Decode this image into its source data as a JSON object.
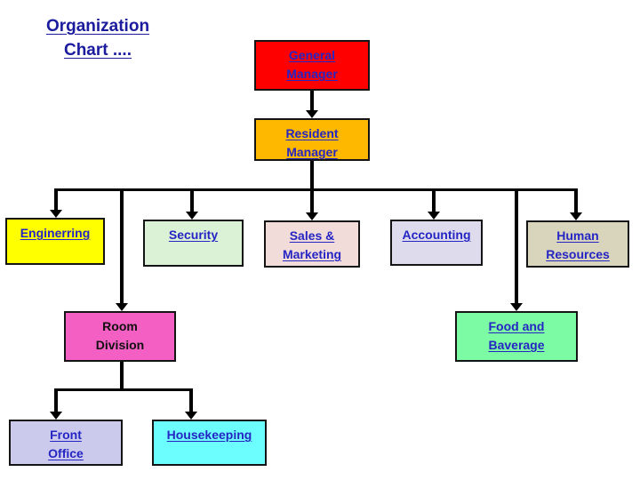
{
  "title": {
    "line1": "Organization",
    "line2": "Chart ...."
  },
  "colors": {
    "line": "#000000",
    "title_text": "#1b1b9e",
    "link_text": "#2525c4",
    "plain_text": "#111111",
    "general_manager_fill": "#fe0000",
    "resident_manager_fill": "#ffb800",
    "enginerring_fill": "#ffff00",
    "security_fill": "#dbf2d6",
    "sales_marketing_fill": "#f2dcda",
    "accounting_fill": "#dedcec",
    "human_resources_fill": "#d9d5bd",
    "room_division_fill": "#f35fc2",
    "food_baverage_fill": "#7dfba4",
    "front_office_fill": "#cbcaec",
    "housekeeping_fill": "#6cfefe"
  },
  "nodes": {
    "general_manager": {
      "line1": "General",
      "line2": "Manager"
    },
    "resident_manager": {
      "line1": "Resident",
      "line2": "Manager"
    },
    "enginerring": {
      "line1": "Enginerring",
      "line2": ""
    },
    "security": {
      "line1": "Security",
      "line2": ""
    },
    "sales_marketing": {
      "line1": "Sales &",
      "line2": "Marketing"
    },
    "accounting": {
      "line1": "Accounting",
      "line2": ""
    },
    "human_resources": {
      "line1": "Human",
      "line2": "Resources"
    },
    "room_division": {
      "line1": "Room",
      "line2": "Division"
    },
    "food_baverage": {
      "line1": "Food and",
      "line2": "Baverage"
    },
    "front_office": {
      "line1": "Front",
      "line2": "Office"
    },
    "housekeeping": {
      "line1": "Housekeeping",
      "line2": ""
    }
  }
}
